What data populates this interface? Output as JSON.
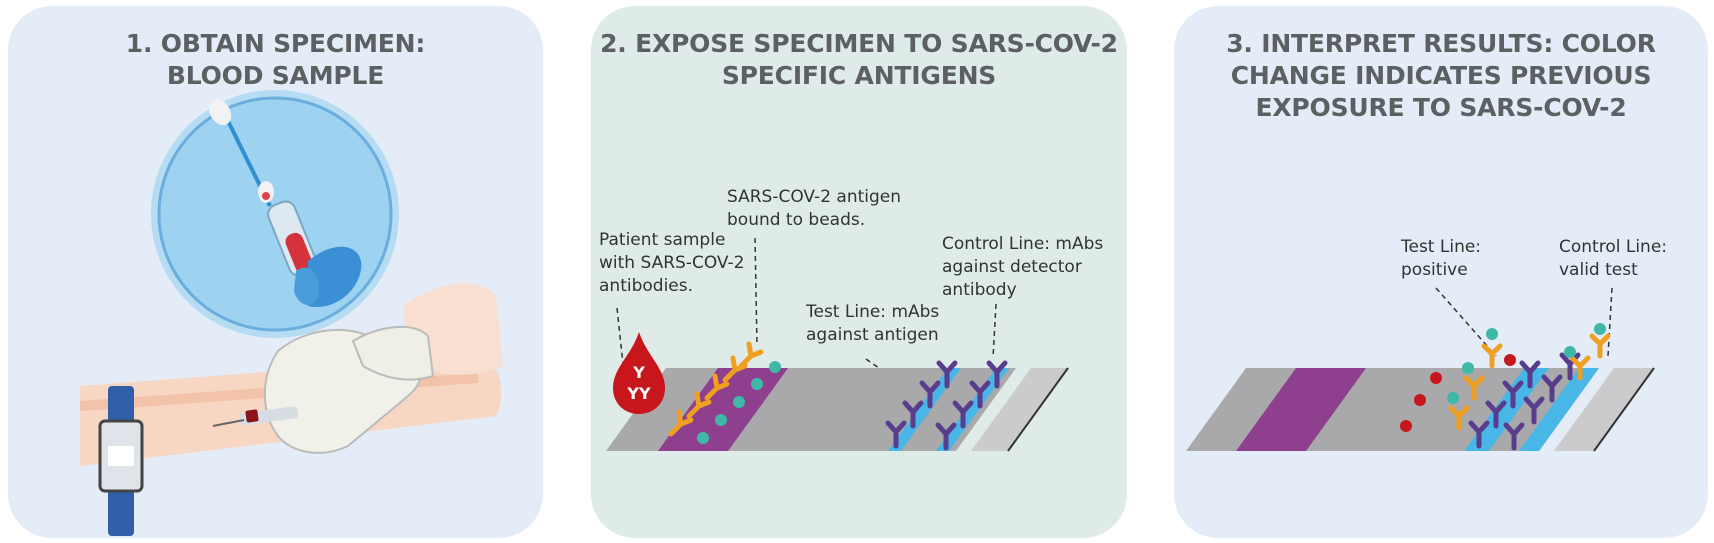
{
  "panels": [
    {
      "title": "1. OBTAIN SPECIMEN:\nBLOOD SAMPLE"
    },
    {
      "title": "2. EXPOSE SPECIMEN TO SARS-COV-2\nSPECIFIC ANTIGENS",
      "labels": {
        "patient": "Patient sample\nwith SARS-COV-2\nantibodies.",
        "antigen": "SARS-COV-2 antigen\nbound to beads.",
        "test": "Test Line: mAbs\nagainst antigen",
        "control": "Control Line: mAbs\nagainst detector\nantibody"
      }
    },
    {
      "title": "3. INTERPRET RESULTS: COLOR\nCHANGE INDICATES PREVIOUS\nEXPOSURE TO SARS-COV-2",
      "labels": {
        "test": "Test Line:\npositive",
        "control": "Control Line:\nvalid test"
      }
    }
  ],
  "colors": {
    "panel_blue": "#e3ecf7",
    "panel_green": "#deebe9",
    "strip_gray": "#a9a9ab",
    "sample_pad": "#8e3f8e",
    "test_line": "#48b6e6",
    "antibody_purple": "#5a3c8c",
    "antigen_orange": "#f0a020",
    "bead_teal": "#3fb8a8",
    "blood_red": "#c8161d"
  }
}
